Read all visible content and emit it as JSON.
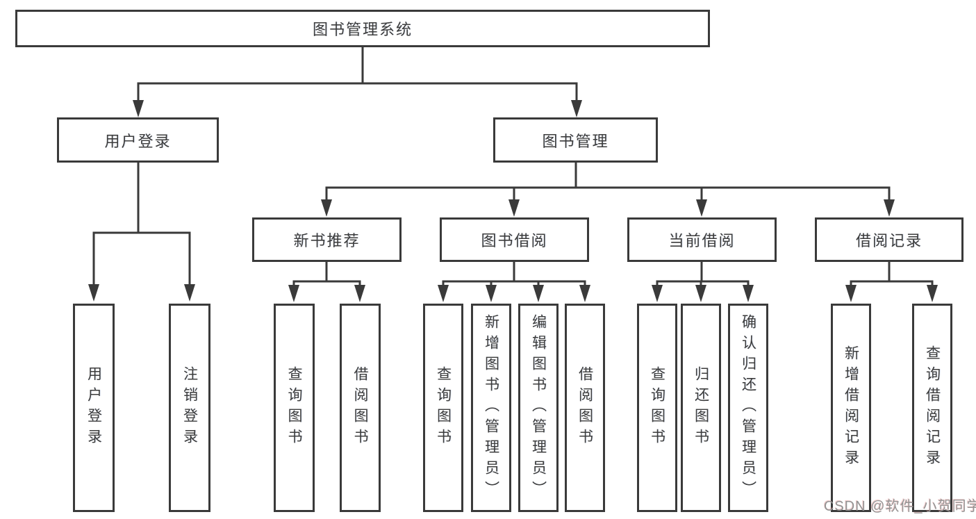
{
  "diagram": {
    "tree": {
      "label": "图书管理系统",
      "children": [
        {
          "label": "用户登录",
          "children": [
            {
              "label": "用户登录"
            },
            {
              "label": "注销登录"
            }
          ]
        },
        {
          "label": "图书管理",
          "children": [
            {
              "label": "新书推荐",
              "children": [
                {
                  "label": "查询图书"
                },
                {
                  "label": "借阅图书"
                }
              ]
            },
            {
              "label": "图书借阅",
              "children": [
                {
                  "label": "查询图书"
                },
                {
                  "label": "新增图书（管理员）"
                },
                {
                  "label": "编辑图书（管理员）"
                },
                {
                  "label": "借阅图书"
                }
              ]
            },
            {
              "label": "当前借阅",
              "children": [
                {
                  "label": "查询图书"
                },
                {
                  "label": "归还图书"
                },
                {
                  "label": "确认归还（管理员）"
                }
              ]
            },
            {
              "label": "借阅记录",
              "children": [
                {
                  "label": "新增借阅记录"
                },
                {
                  "label": "查询借阅记录"
                }
              ]
            }
          ]
        }
      ]
    }
  },
  "watermark": {
    "text": "CSDN @软件_小贺同学"
  },
  "colors": {
    "line": "#3a3a3a",
    "box_border": "#3a3a3a",
    "text": "#3c3c3c",
    "watermark": "#949494",
    "background": "#ffffff"
  }
}
